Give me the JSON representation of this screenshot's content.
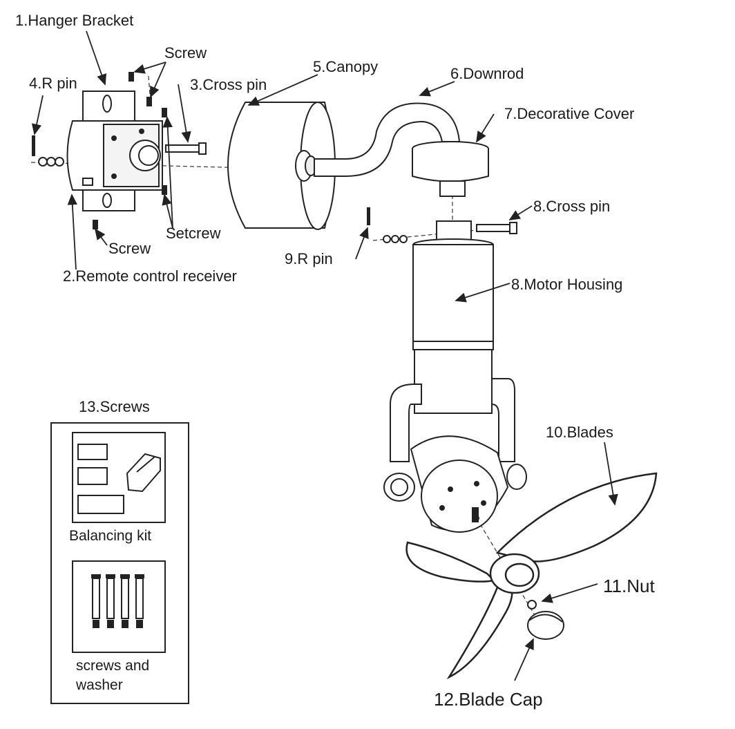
{
  "labels": {
    "hanger_bracket": "1.Hanger Bracket",
    "remote_receiver": "2.Remote control receiver",
    "cross_pin_3": "3.Cross pin",
    "r_pin_4": "4.R pin",
    "canopy": "5.Canopy",
    "downrod": "6.Downrod",
    "decorative_cover": "7.Decorative Cover",
    "cross_pin_8": "8.Cross pin",
    "motor_housing": "8.Motor Housing",
    "r_pin_9": "9.R pin",
    "blades": "10.Blades",
    "nut": "11.Nut",
    "blade_cap": "12.Blade Cap",
    "screws_13": "13.Screws",
    "screw_top": "Screw",
    "screw_bottom": "Screw",
    "setcrew": "Setcrew"
  },
  "kit": {
    "balancing_kit": "Balancing kit",
    "screws_washer_line1": "screws and",
    "screws_washer_line2": "washer"
  }
}
